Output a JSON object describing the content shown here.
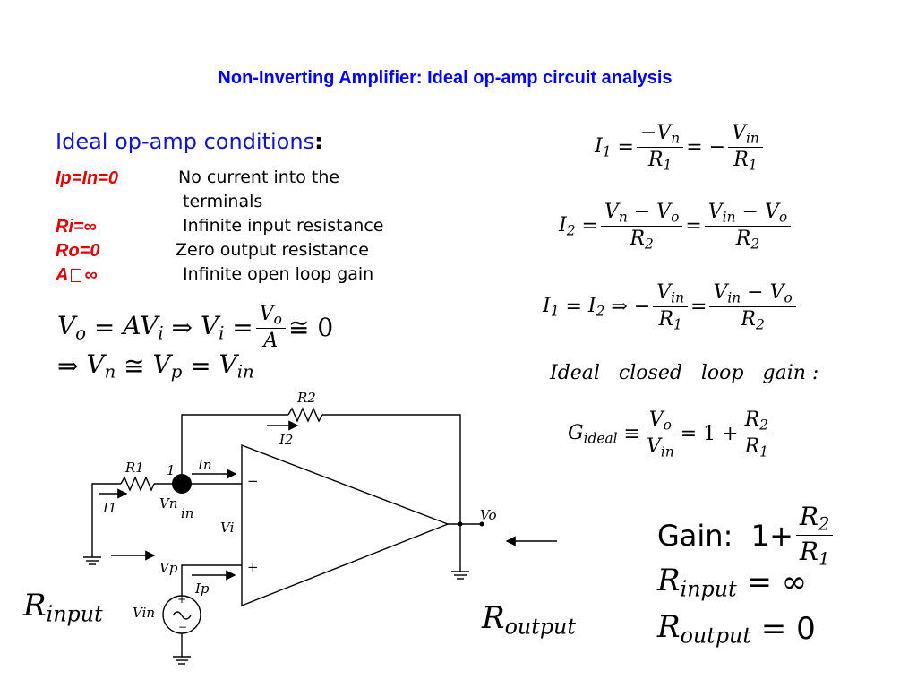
{
  "title": "Non-Inverting Amplifier: Ideal op-amp circuit analysis",
  "conditions": {
    "heading": "Ideal op-amp conditions",
    "heading_colon": ":",
    "items": [
      {
        "term": "Ip=In=0",
        "desc": "No current into the",
        "desc2": "terminals"
      },
      {
        "term": "Ri=∞",
        "desc": "Infinite input resistance"
      },
      {
        "term": "Ro=0",
        "desc": "Zero output resistance"
      },
      {
        "term": "A\u0000 ∞",
        "desc": "Infinite open loop gain"
      }
    ]
  },
  "left_equations": {
    "line1": "Vo = AVi ⇒ Vi = Vo/A ≅ 0",
    "line2": "⇒ Vn ≅ Vp = Vin"
  },
  "right_equations": {
    "i1": "I1 = −Vn/R1 = −Vin/R1",
    "i2": "I2 = (Vn − Vo)/R2 = (Vin − Vo)/R2",
    "balance": "I1 = I2 ⇒ −Vin/R1 = (Vin − Vo)/R2",
    "closed_loop_label": "Ideal   closed   loop   gain :",
    "g_ideal": "Gideal ≡ Vo/Vin = 1 + R2/R1"
  },
  "summary": {
    "gain_label": "Gain:",
    "gain_expr": "1+R2/R1",
    "rinput": "Rinput = ∞",
    "routput": "Routput = 0"
  },
  "circuit_labels": {
    "r2": "R2",
    "i2": "I2",
    "r1": "R1",
    "node": "1",
    "in": "In",
    "i1": "I1",
    "vn": "Vn",
    "in_sub": "in",
    "vi": "Vi",
    "minus": "−",
    "plus": "+",
    "vp": "Vp",
    "ip": "Ip",
    "vin": "Vin",
    "vo": "Vo",
    "src_plus": "+",
    "src_minus": "−"
  },
  "side_labels": {
    "rinput": "Rinput",
    "routput": "Routput"
  }
}
